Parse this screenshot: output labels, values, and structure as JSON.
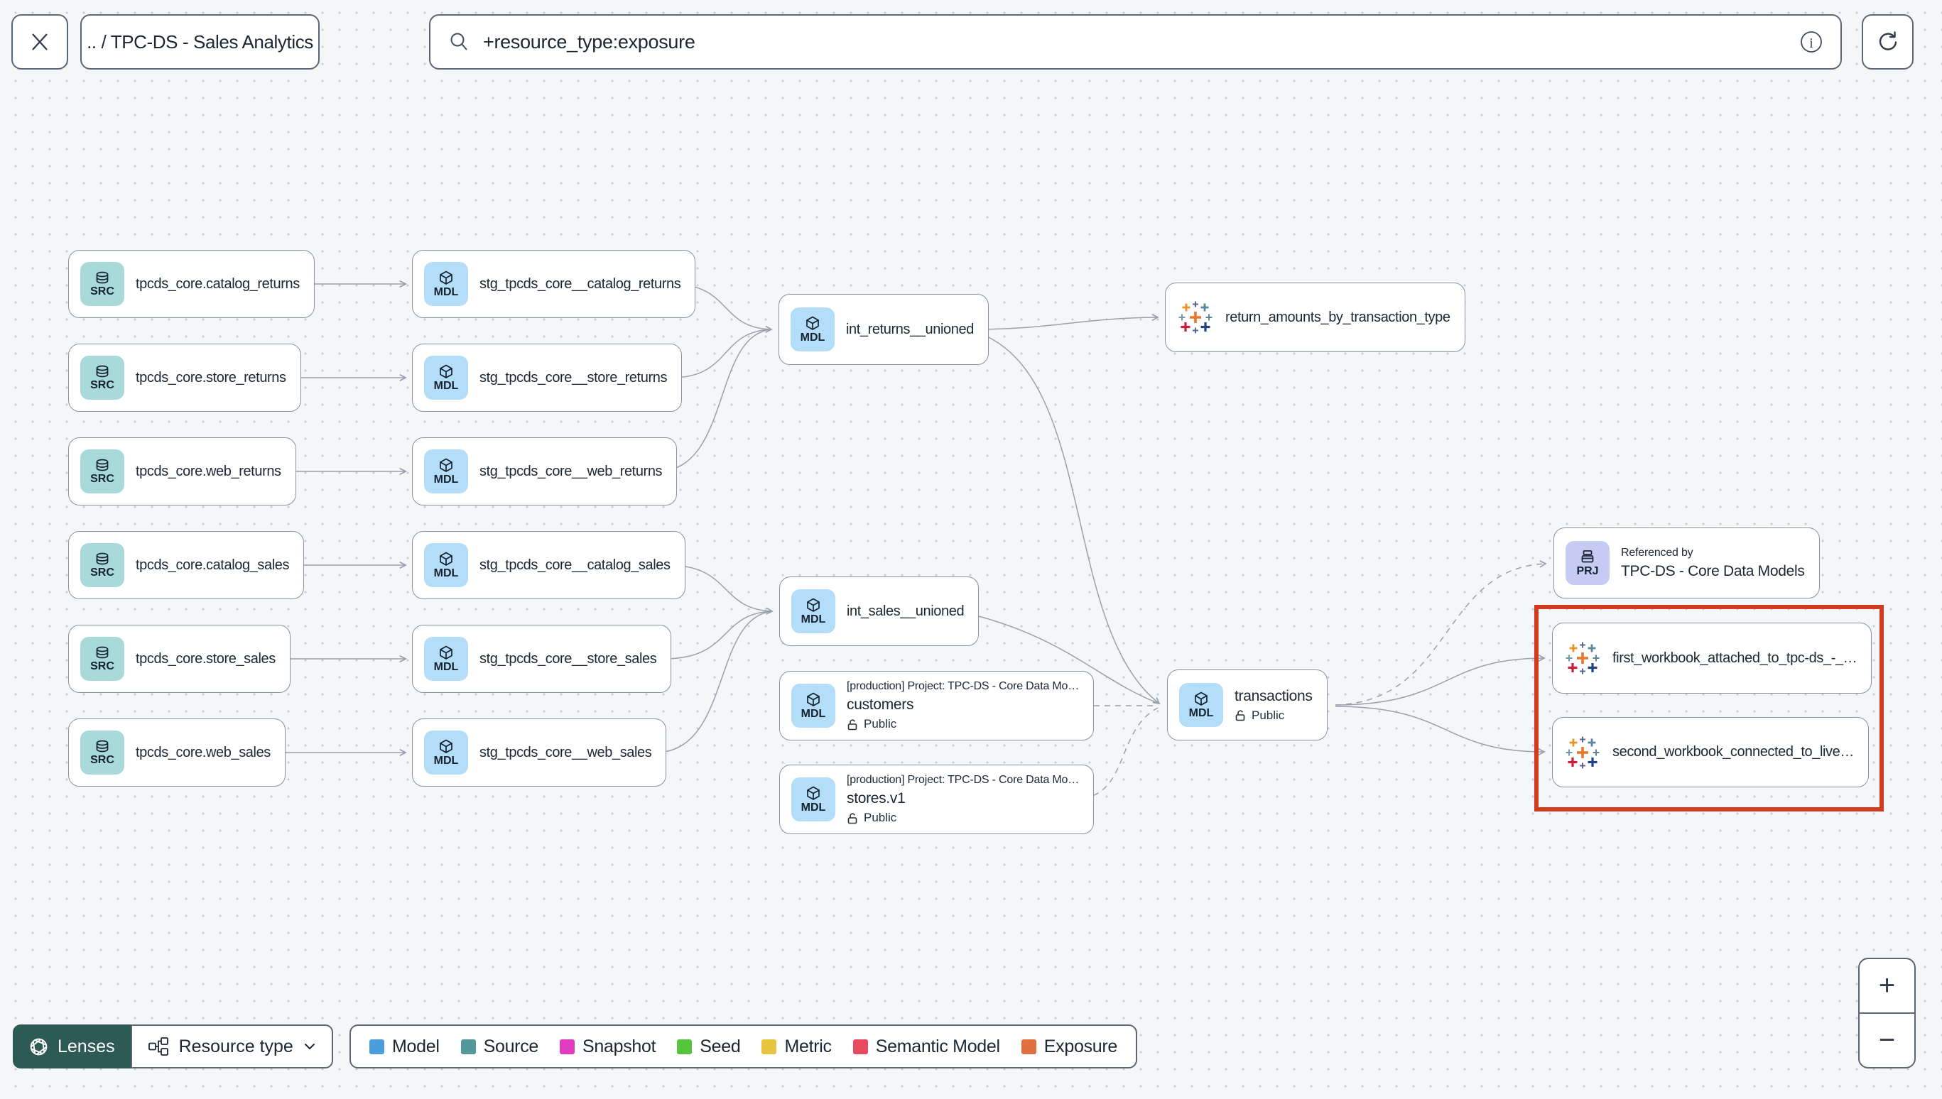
{
  "toolbar": {
    "breadcrumb": ".. / TPC-DS - Sales Analytics",
    "search_value": "+resource_type:exposure"
  },
  "graph": {
    "project_line": "[production] Project: TPC-DS - Core Data Mo…",
    "access_public": "Public",
    "nodes": {
      "src_catalog_returns": {
        "badge": "SRC",
        "label": "tpcds_core.catalog_returns"
      },
      "src_store_returns": {
        "badge": "SRC",
        "label": "tpcds_core.store_returns"
      },
      "src_web_returns": {
        "badge": "SRC",
        "label": "tpcds_core.web_returns"
      },
      "src_catalog_sales": {
        "badge": "SRC",
        "label": "tpcds_core.catalog_sales"
      },
      "src_store_sales": {
        "badge": "SRC",
        "label": "tpcds_core.store_sales"
      },
      "src_web_sales": {
        "badge": "SRC",
        "label": "tpcds_core.web_sales"
      },
      "stg_catalog_returns": {
        "badge": "MDL",
        "label": "stg_tpcds_core__catalog_returns"
      },
      "stg_store_returns": {
        "badge": "MDL",
        "label": "stg_tpcds_core__store_returns"
      },
      "stg_web_returns": {
        "badge": "MDL",
        "label": "stg_tpcds_core__web_returns"
      },
      "stg_catalog_sales": {
        "badge": "MDL",
        "label": "stg_tpcds_core__catalog_sales"
      },
      "stg_store_sales": {
        "badge": "MDL",
        "label": "stg_tpcds_core__store_sales"
      },
      "stg_web_sales": {
        "badge": "MDL",
        "label": "stg_tpcds_core__web_sales"
      },
      "int_returns_unioned": {
        "badge": "MDL",
        "label": "int_returns__unioned"
      },
      "int_sales_unioned": {
        "badge": "MDL",
        "label": "int_sales__unioned"
      },
      "customers": {
        "badge": "MDL",
        "label": "customers"
      },
      "stores_v1": {
        "badge": "MDL",
        "label": "stores.v1"
      },
      "transactions": {
        "badge": "MDL",
        "label": "transactions"
      },
      "return_amounts": {
        "label": "return_amounts_by_transaction_type"
      },
      "referenced_by": {
        "badge": "PRJ",
        "title": "Referenced by",
        "label": "TPC-DS - Core Data Models"
      },
      "workbook_first": {
        "label": "first_workbook_attached_to_tpc-ds_-_…"
      },
      "workbook_second": {
        "label": "second_workbook_connected_to_live…"
      }
    }
  },
  "footer": {
    "lenses_label": "Lenses",
    "resource_type_label": "Resource type",
    "legend": [
      {
        "label": "Model",
        "color": "#4a9edd"
      },
      {
        "label": "Source",
        "color": "#55989a"
      },
      {
        "label": "Snapshot",
        "color": "#df3dbe"
      },
      {
        "label": "Seed",
        "color": "#56c43d"
      },
      {
        "label": "Metric",
        "color": "#e9c440"
      },
      {
        "label": "Semantic Model",
        "color": "#e84a60"
      },
      {
        "label": "Exposure",
        "color": "#df7140"
      }
    ]
  },
  "zoom_controls": {
    "zoom_in": "+",
    "zoom_out": "−"
  },
  "highlight_color": "#d23b1e",
  "edge_color": "#98a1ac"
}
